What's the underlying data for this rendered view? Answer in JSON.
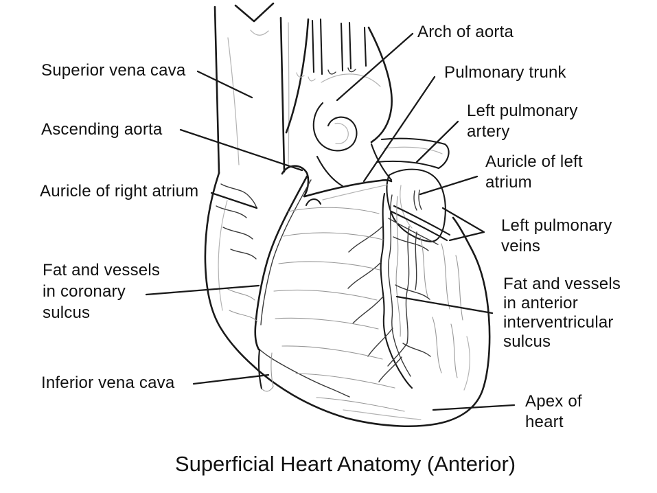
{
  "title": "Superficial Heart Anatomy (Anterior)",
  "colors": {
    "background": "#ffffff",
    "main_line": "#1a1a1a",
    "light_line": "#b3b3b3",
    "texture_line": "#999999",
    "text": "#111111"
  },
  "labels": {
    "superior_vena_cava": "Superior vena cava",
    "ascending_aorta": "Ascending aorta",
    "auricle_of_right_atrium": "Auricle of right atrium",
    "fat_and_vessels_in_coronary_sulcus": "Fat and vessels\nin coronary\nsulcus",
    "inferior_vena_cava": "Inferior vena cava",
    "arch_of_aorta": "Arch of aorta",
    "pulmonary_trunk": "Pulmonary trunk",
    "left_pulmonary_artery": "Left pulmonary\nartery",
    "auricle_of_left_atrium": "Auricle of left\natrium",
    "left_pulmonary_veins": "Left pulmonary\nveins",
    "fat_and_vessels_in_anterior_interventricular_sulcus": "Fat and vessels\nin anterior\ninterventricular\nsulcus",
    "apex_of_heart": "Apex of\nheart"
  }
}
